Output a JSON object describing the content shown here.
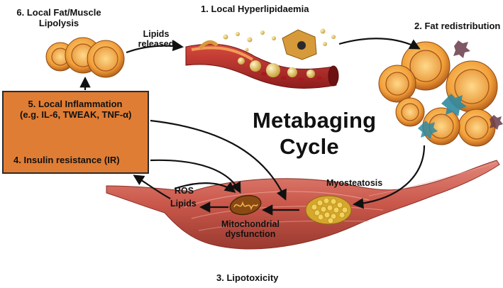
{
  "title": {
    "line1": "Metabaging",
    "line2": "Cycle"
  },
  "steps": {
    "s1": "1. Local Hyperlipidaemia",
    "s2": "2. Fat redistribution",
    "s3": "3. Lipotoxicity",
    "s4": "4. Insulin resistance (IR)",
    "s5_line1": "5. Local Inflammation",
    "s5_line2": "(e.g. IL-6, TWEAK, TNF-α)",
    "s6_line1": "6. Local Fat/Muscle",
    "s6_line2": "Lipolysis"
  },
  "labels": {
    "lipids_released_line1": "Lipids",
    "lipids_released_line2": "released",
    "ros": "ROS",
    "lipids": "Lipids",
    "mito_line1": "Mitochondrial",
    "mito_line2": "dysfunction",
    "myosteatosis": "Myosteatosis"
  },
  "colors": {
    "box_fill": "#e07d34",
    "muscle": "#c9574a",
    "adipocyte": "#f2a03a",
    "vessel": "#b32a2a",
    "lipid_droplet": "#e3c36a",
    "arrow": "#111111"
  },
  "icons": {
    "adipocyte_cluster_top_left": "adipocyte-cluster",
    "blood_vessel": "blood-vessel",
    "adipocyte_cluster_right": "adipocyte-cluster",
    "muscle": "muscle-tissue",
    "mitochondrion": "mitochondrion",
    "fat_deposit": "intramuscular-fat"
  }
}
